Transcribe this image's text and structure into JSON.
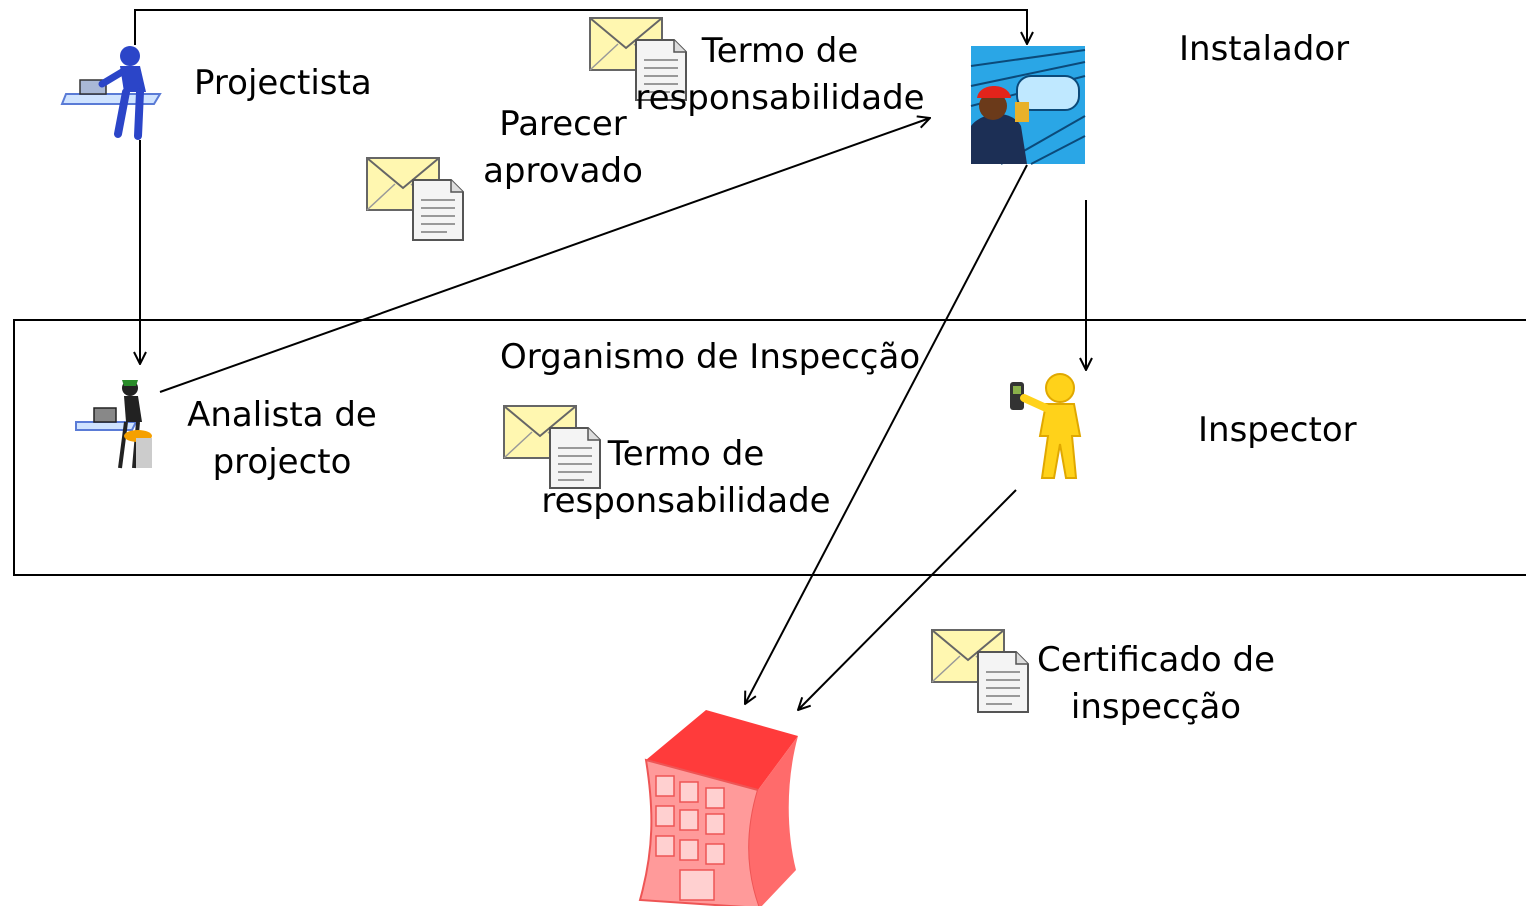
{
  "actors": {
    "projectista": "Projectista",
    "instalador": "Instalador",
    "analista": "Analista de\nprojecto",
    "inspector": "Inspector"
  },
  "org_label": "Organismo de Inspecção",
  "documents": {
    "termo_top": "Termo de\nresponsabilidade",
    "parecer": "Parecer\naprovado",
    "termo_mid": "Termo de\nresponsabilidade",
    "certificado": "Certificado de\ninspecção"
  },
  "colors": {
    "line": "#000000",
    "building": "#ff3b3b",
    "inspector": "#ffd21a",
    "projectista": "#2b45c8",
    "envelope": "#fff7b0"
  },
  "icons": [
    "person-at-computer-icon",
    "worker-icon",
    "analyst-icon",
    "inspector-phone-icon",
    "envelope-document-icon",
    "building-icon"
  ]
}
